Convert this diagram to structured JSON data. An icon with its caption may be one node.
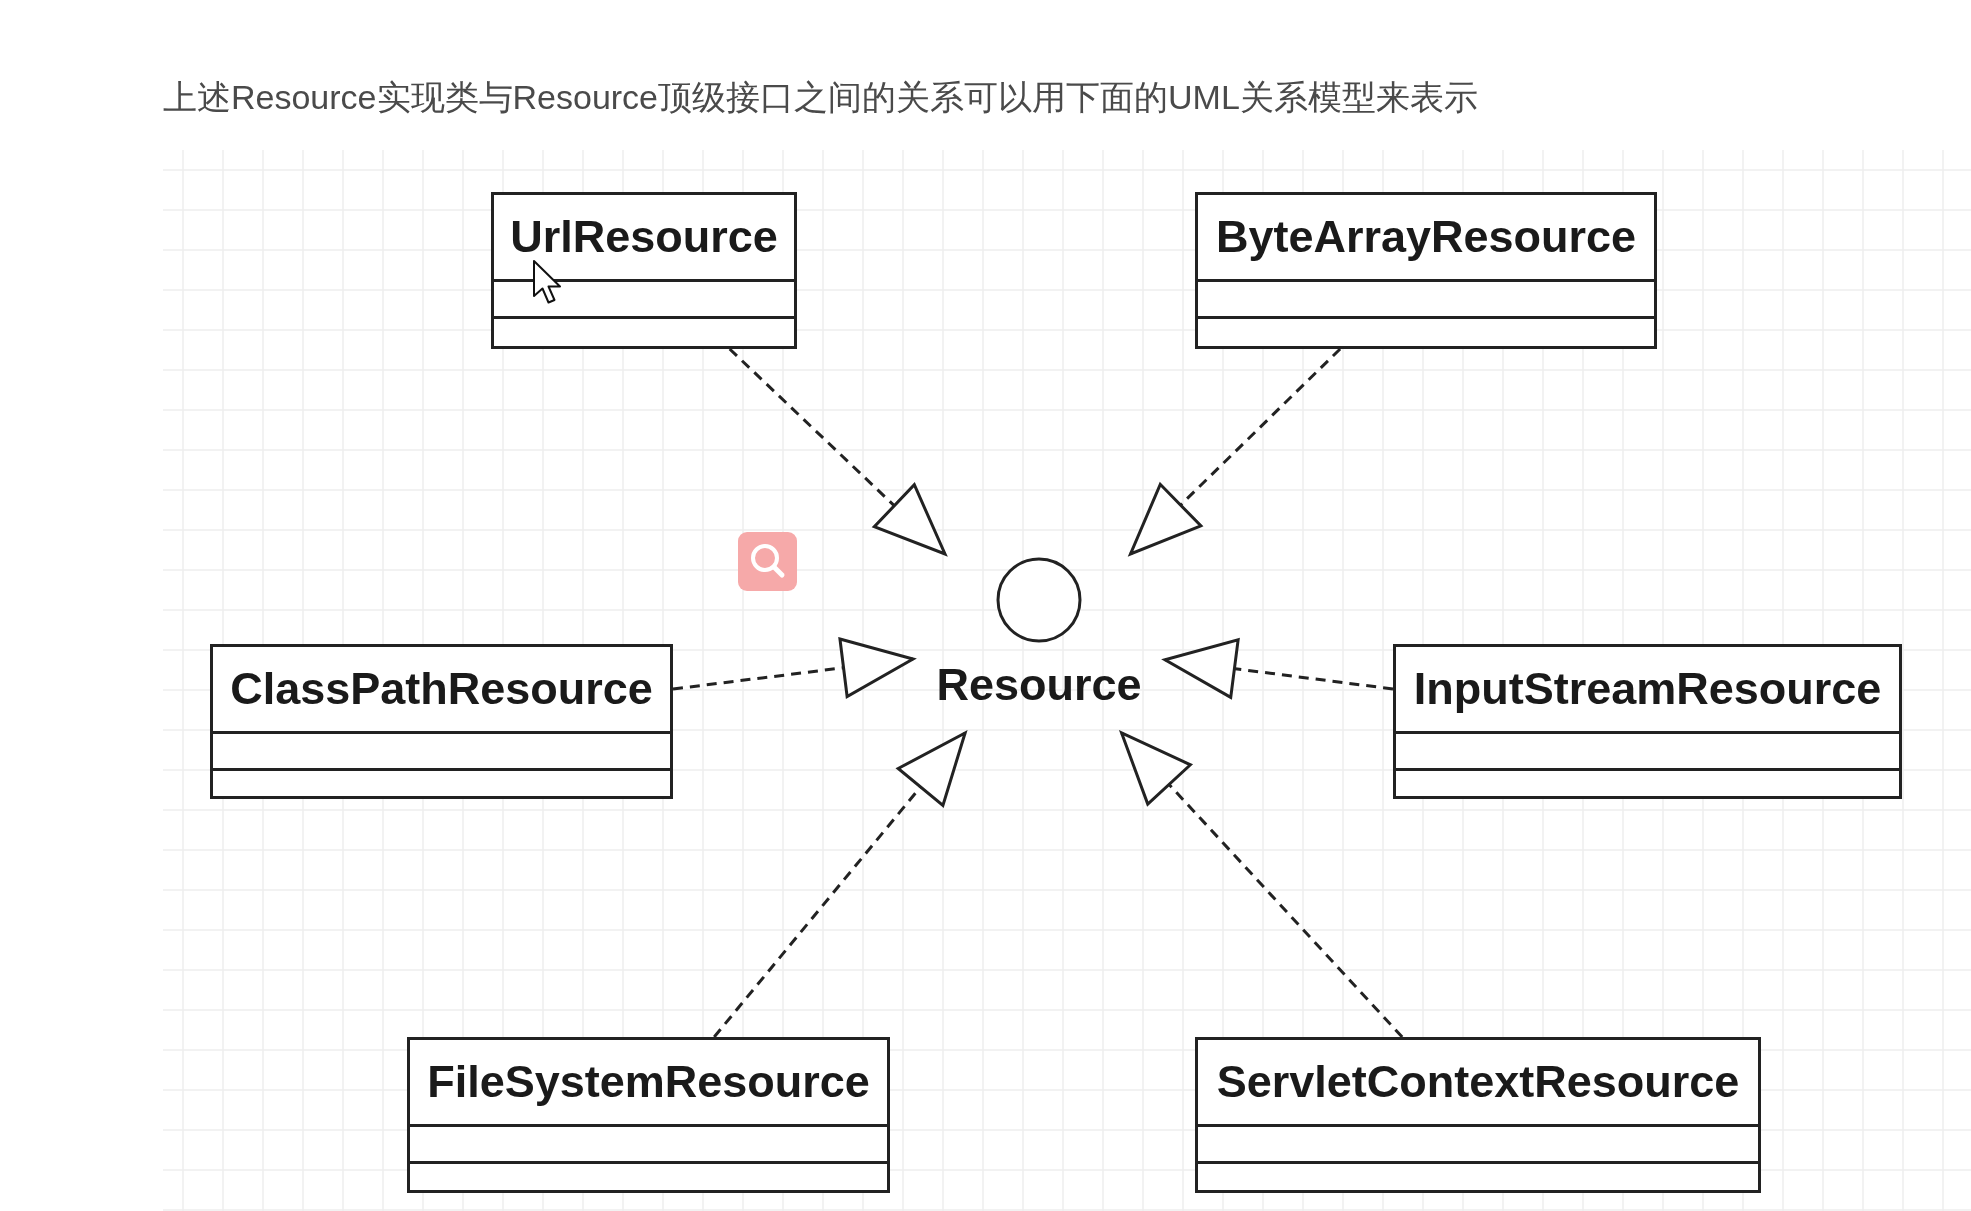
{
  "diagram": {
    "caption": "上述Resource实现类与Resource顶级接口之间的关系可以用下面的UML关系模型来表示",
    "nodes": [
      {
        "text": [
          "UrlResource"
        ]
      },
      {
        "text": [
          "ByteArrayResource"
        ]
      },
      {
        "text": [
          "ClassPathResource"
        ]
      },
      {
        "text": [
          "Resource"
        ]
      },
      {
        "text": [
          "InputStreamResource"
        ]
      },
      {
        "text": [
          "FileSystemResource"
        ]
      },
      {
        "text": [
          "ServletContextResource"
        ]
      }
    ],
    "edges": [
      {
        "from": 0,
        "to": 3,
        "arrow": "to",
        "style": "dashed"
      },
      {
        "from": 1,
        "to": 3,
        "arrow": "to",
        "style": "dashed"
      },
      {
        "from": 2,
        "to": 3,
        "arrow": "to",
        "style": "dashed"
      },
      {
        "from": 4,
        "to": 3,
        "arrow": "to",
        "style": "dashed"
      },
      {
        "from": 5,
        "to": 3,
        "arrow": "to",
        "style": "dashed"
      },
      {
        "from": 6,
        "to": 3,
        "arrow": "to",
        "style": "dashed"
      }
    ]
  }
}
